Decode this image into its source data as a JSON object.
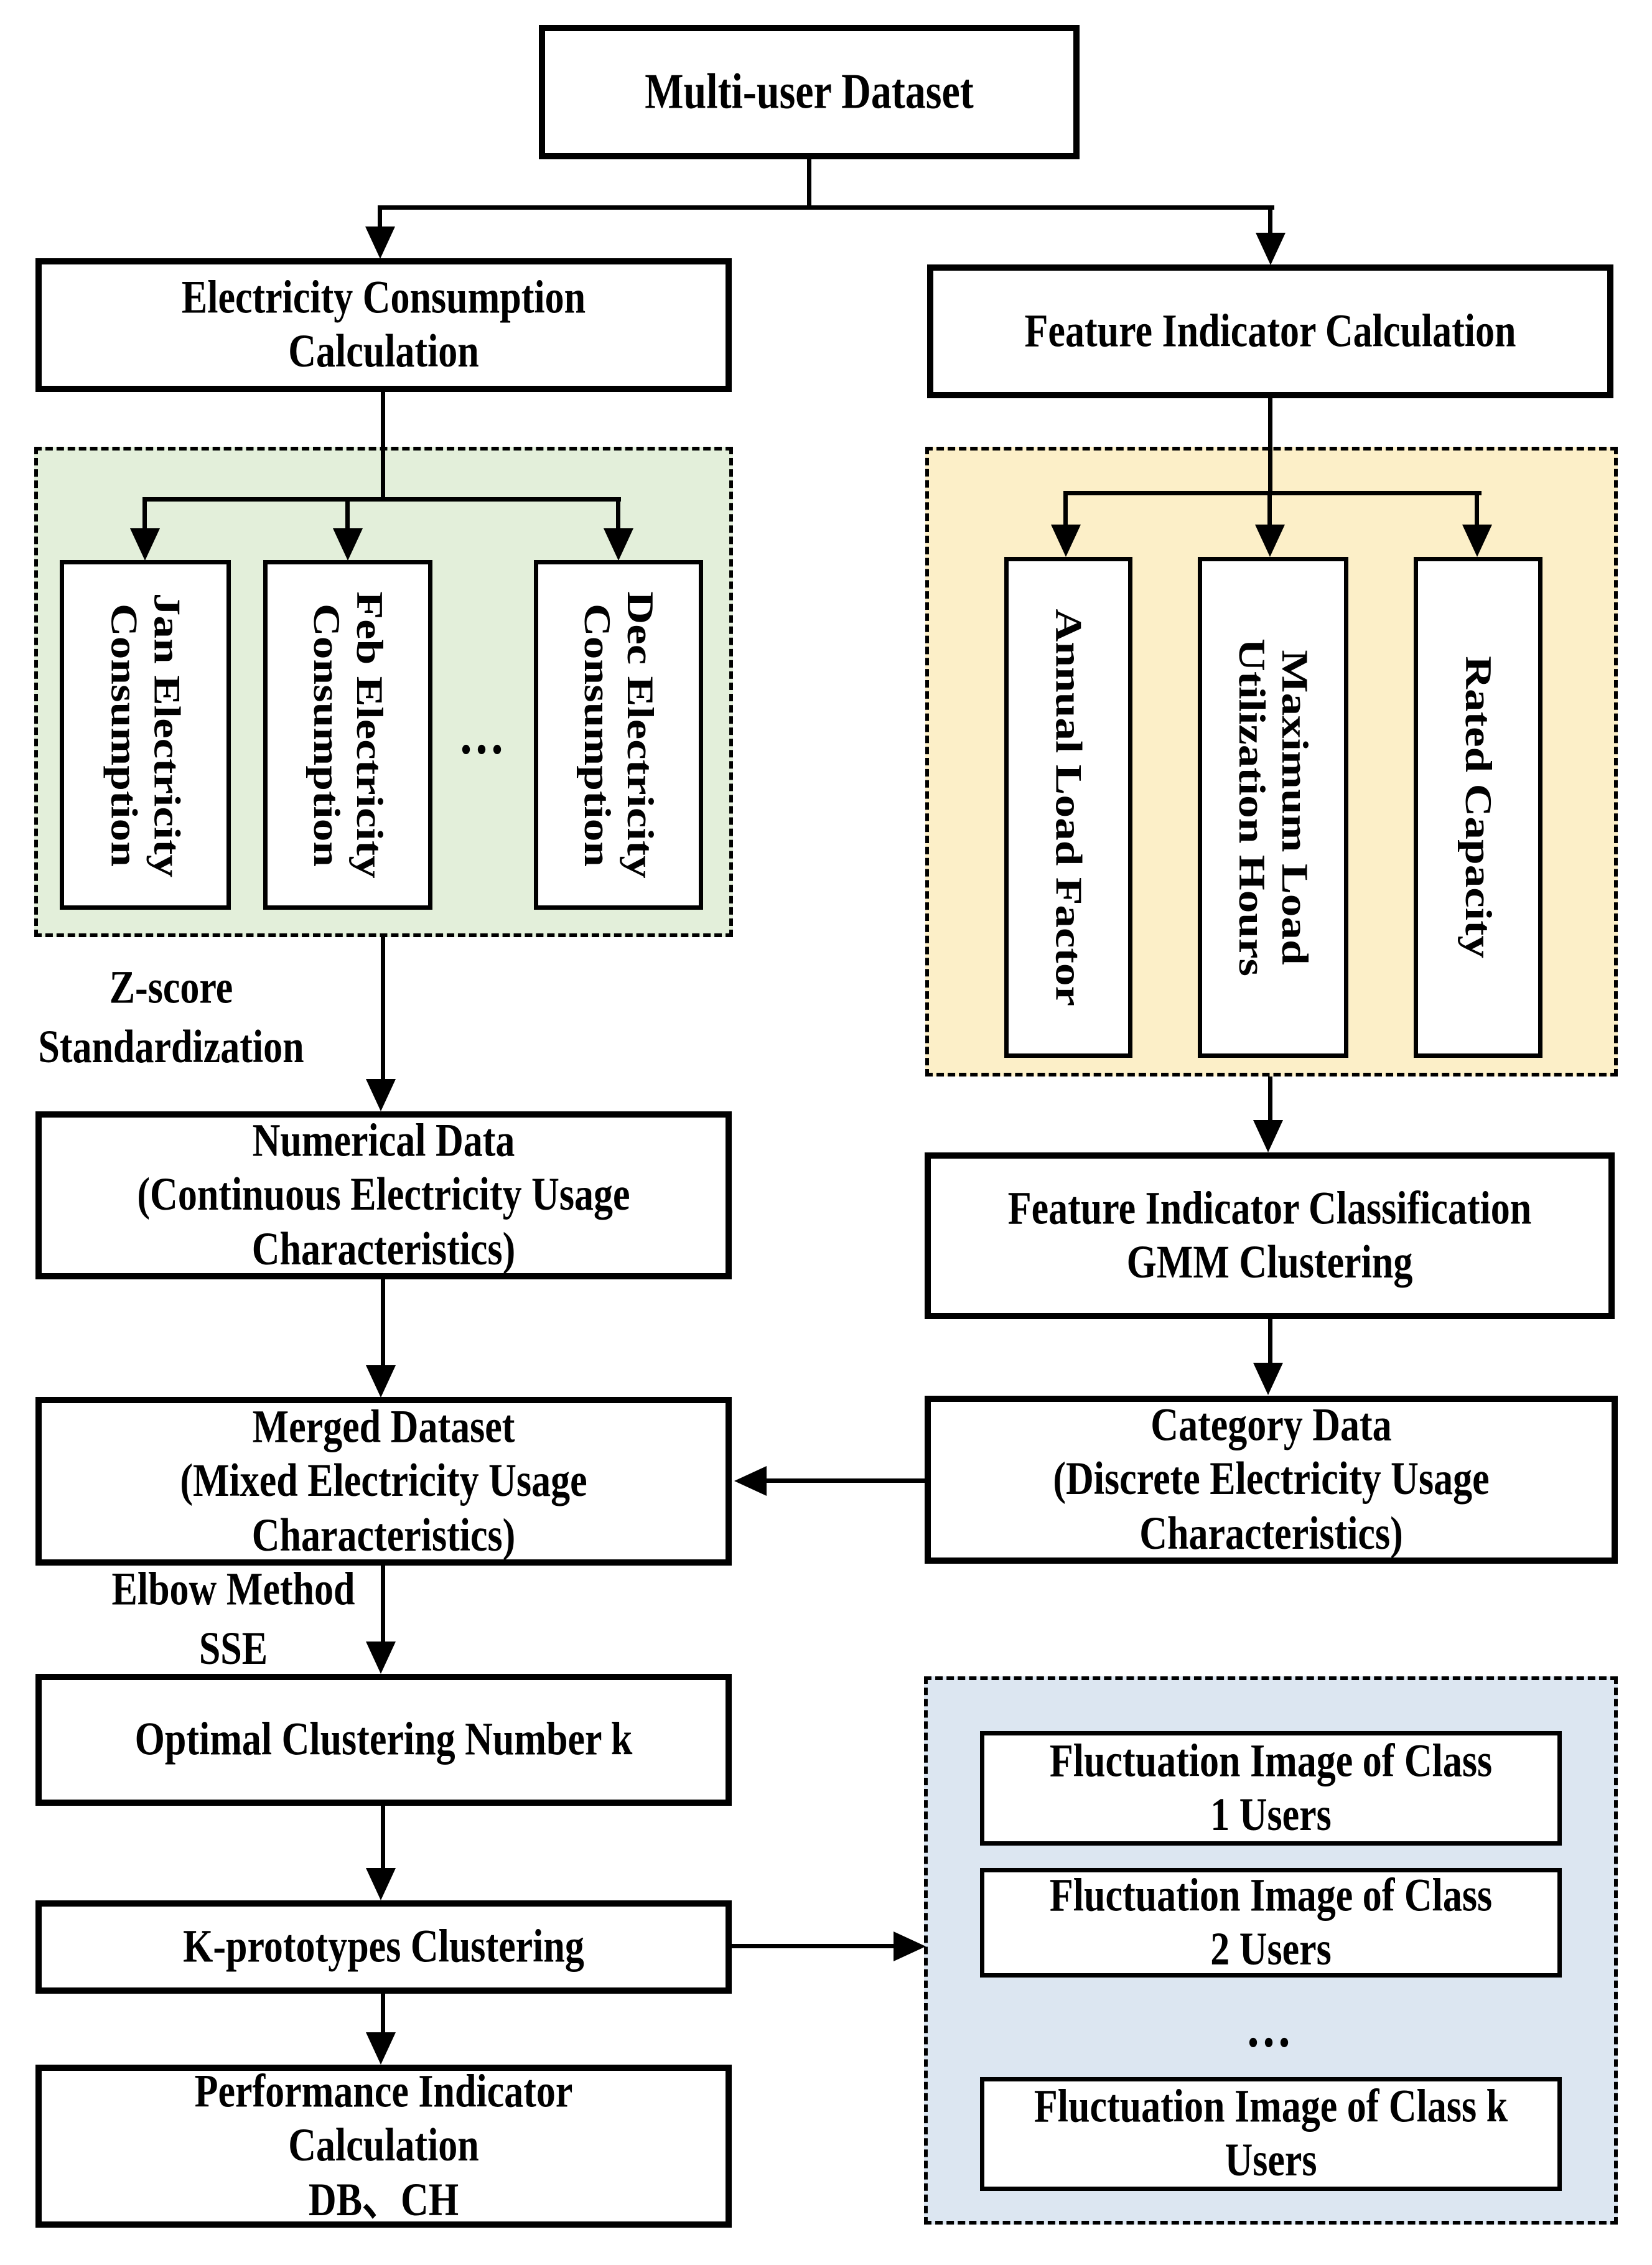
{
  "title_box": "Multi-user Dataset",
  "left": {
    "header": "Electricity Consumption\nCalculation",
    "months": [
      "Jan Electricity\nConsumption",
      "Feb Electricity\nConsumption",
      "Dec Electricity\nConsumption"
    ],
    "months_ellipsis": "...",
    "zscore_label": "Z-score\nStandardization",
    "numerical": "Numerical Data\n(Continuous Electricity Usage\nCharacteristics)",
    "merged": "Merged Dataset\n(Mixed Electricity Usage\nCharacteristics)",
    "elbow_label": "Elbow Method\nSSE",
    "optimal": "Optimal Clustering Number k",
    "kprototypes": "K-prototypes Clustering",
    "performance": "Performance Indicator\nCalculation\nDB、CH"
  },
  "right": {
    "header": "Feature Indicator Calculation",
    "features": [
      "Annual Load Factor",
      "Maximum Load\nUtilization Hours",
      "Rated Capacity"
    ],
    "gmm": "Feature Indicator Classification\nGMM Clustering",
    "category": "Category Data\n(Discrete Electricity Usage\nCharacteristics)",
    "fluctuations": [
      "Fluctuation Image of Class\n1 Users",
      "Fluctuation Image of Class\n2 Users",
      "Fluctuation Image of Class k\nUsers"
    ],
    "fluctuations_ellipsis": "..."
  },
  "colors": {
    "months_bg": "#E3EFDA",
    "features_bg": "#FCEFC8",
    "fluctuations_bg": "#DCE6F1",
    "line": "#000000"
  }
}
